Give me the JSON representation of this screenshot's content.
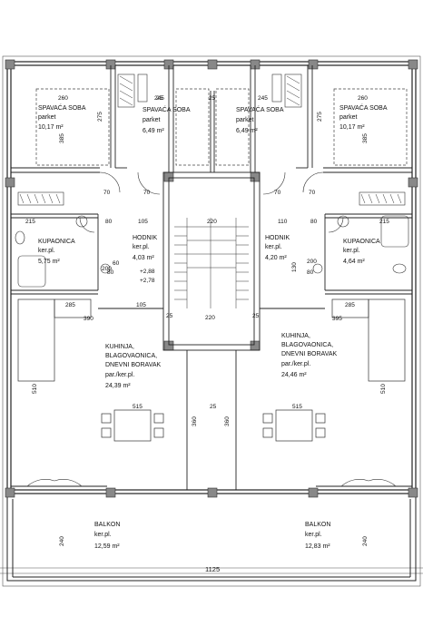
{
  "rooms": {
    "bed1": {
      "name": "SPAVAĆA SOBA",
      "floor": "parket",
      "area": "10,17 m²",
      "width": "260"
    },
    "bed2": {
      "name": "SPAVAĆA SOBA",
      "floor": "parket",
      "area": "6,49 m²",
      "width": "245"
    },
    "bed3": {
      "name": "SPAVAĆA SOBA",
      "floor": "parket",
      "area": "6,49 m²",
      "width": "245"
    },
    "bed4": {
      "name": "SPAVAĆA SOBA",
      "floor": "parket",
      "area": "10,17 m²",
      "width": "260"
    },
    "bath_left": {
      "name": "KUPAONICA",
      "floor": "ker.pl.",
      "area": "5,75 m²"
    },
    "bath_right": {
      "name": "KUPAONICA",
      "floor": "ker.pl.",
      "area": "4,64 m²"
    },
    "hall_left": {
      "name": "HODNIK",
      "floor": "ker.pl.",
      "area": "4,03 m²"
    },
    "hall_right": {
      "name": "HODNIK",
      "floor": "ker.pl.",
      "area": "4,20 m²"
    },
    "living_left": {
      "l1": "KUHINJA,",
      "l2": "BLAGOVAONICA,",
      "l3": "DNEVNI BORAVAK",
      "floor": "par./ker.pl.",
      "area": "24,39 m²"
    },
    "living_right": {
      "l1": "KUHINJA,",
      "l2": "BLAGOVAONICA,",
      "l3": "DNEVNI BORAVAK",
      "floor": "par./ker.pl.",
      "area": "24,46 m²"
    },
    "balcony_left": {
      "name": "BALKON",
      "floor": "ker.pl.",
      "area": "12,59 m²"
    },
    "balcony_right": {
      "name": "BALKON",
      "floor": "ker.pl.",
      "area": "12,83 m²"
    }
  },
  "dims": {
    "d25a": "25",
    "d25b": "25",
    "d275a": "275",
    "d275b": "275",
    "d385a": "385",
    "d385b": "385",
    "d215a": "215",
    "d215b": "215",
    "d105a": "105",
    "d105b": "105",
    "d110": "110",
    "d220a": "220",
    "d220b": "220",
    "d80a": "80",
    "d80b": "80",
    "d80c": "80",
    "d80d": "80",
    "d70a": "70",
    "d70b": "70",
    "d70c": "70",
    "d70d": "70",
    "d200a": "200",
    "d200b": "200",
    "d130": "130",
    "d60": "60",
    "d285a": "285",
    "d285b": "285",
    "d390": "390",
    "d395": "395",
    "d510a": "510",
    "d510b": "510",
    "d515a": "515",
    "d515b": "515",
    "d360a": "360",
    "d360b": "360",
    "d25c": "25",
    "d25d": "25",
    "d25e": "25",
    "d240a": "240",
    "d240b": "240",
    "d1125": "1125",
    "lev1": "+2,88",
    "lev2": "+2,78"
  }
}
